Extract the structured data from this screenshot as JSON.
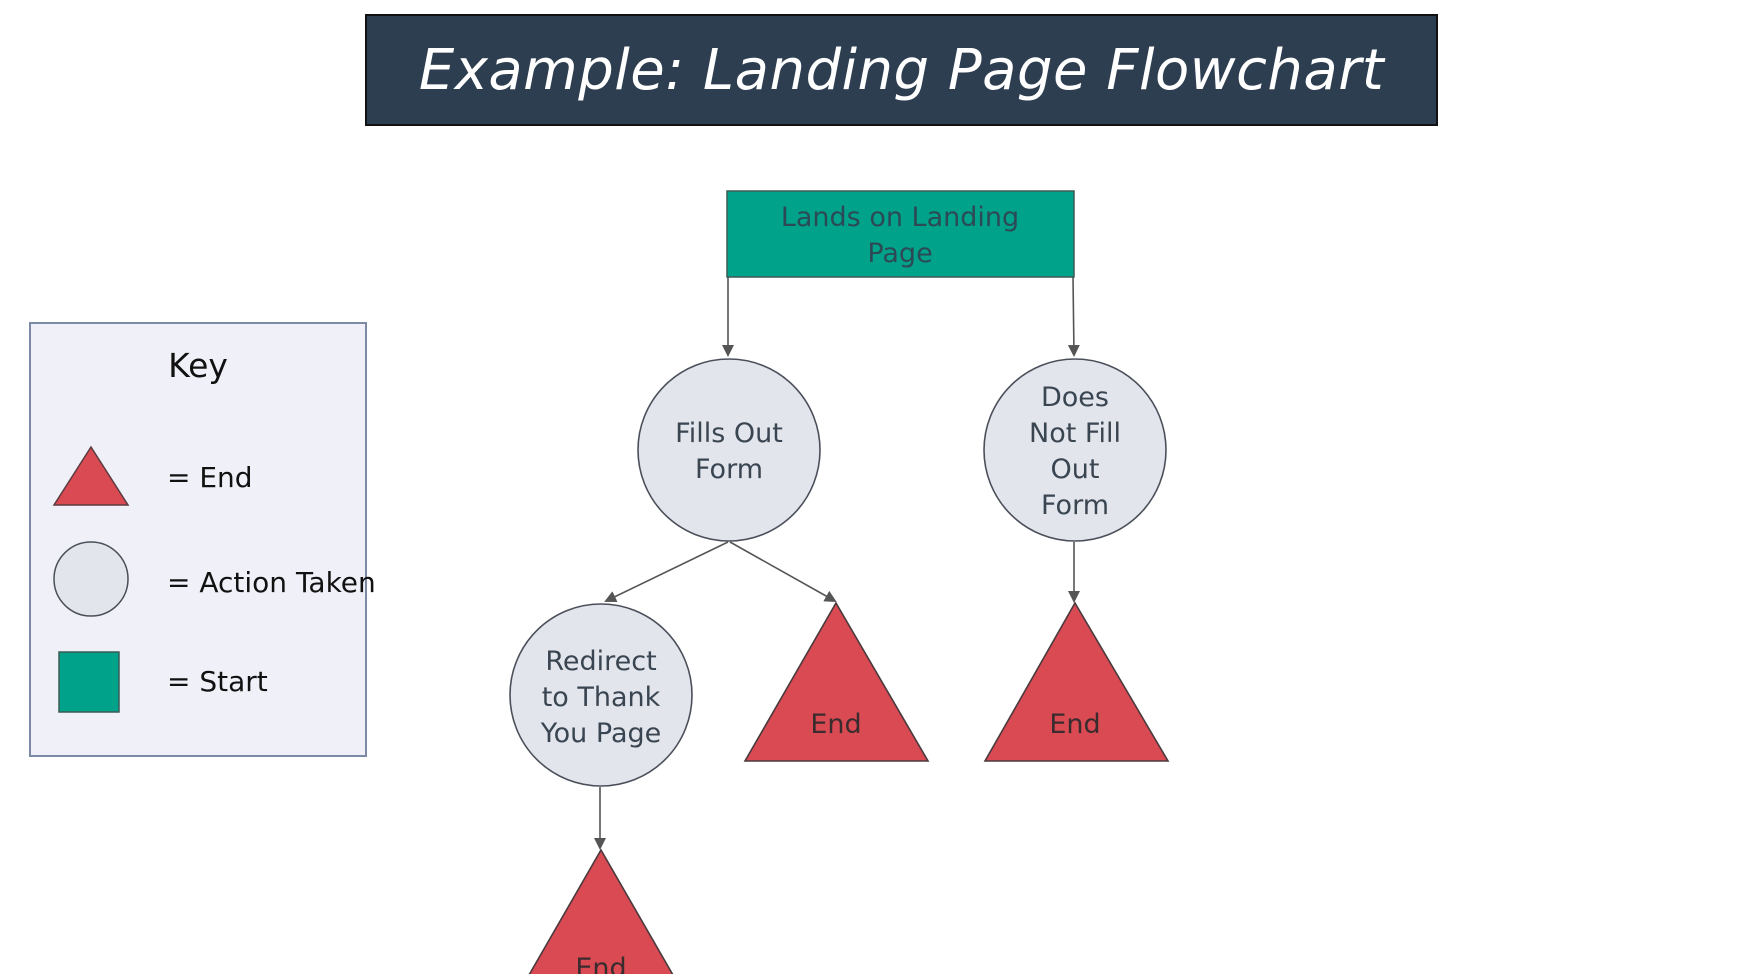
{
  "title": "Example: Landing Page Flowchart",
  "colors": {
    "title_bg": "#2d3e50",
    "start": "#00a38a",
    "action": "#e3e5ec",
    "end": "#d94a53",
    "key_bg": "#f0f1f8",
    "line": "#555555"
  },
  "key": {
    "heading": "Key",
    "end_label": "= End",
    "action_label": "= Action Taken",
    "start_label": "= Start"
  },
  "nodes": {
    "start": {
      "line1": "Lands on Landing",
      "line2": "Page"
    },
    "fills_out": {
      "line1": "Fills Out",
      "line2": "Form"
    },
    "not_fill": {
      "line1": "Does",
      "line2": "Not Fill",
      "line3": "Out",
      "line4": "Form"
    },
    "redirect": {
      "line1": "Redirect",
      "line2": "to Thank",
      "line3": "You Page"
    },
    "end_mid": "End",
    "end_right": "End",
    "end_bottom": "End"
  }
}
